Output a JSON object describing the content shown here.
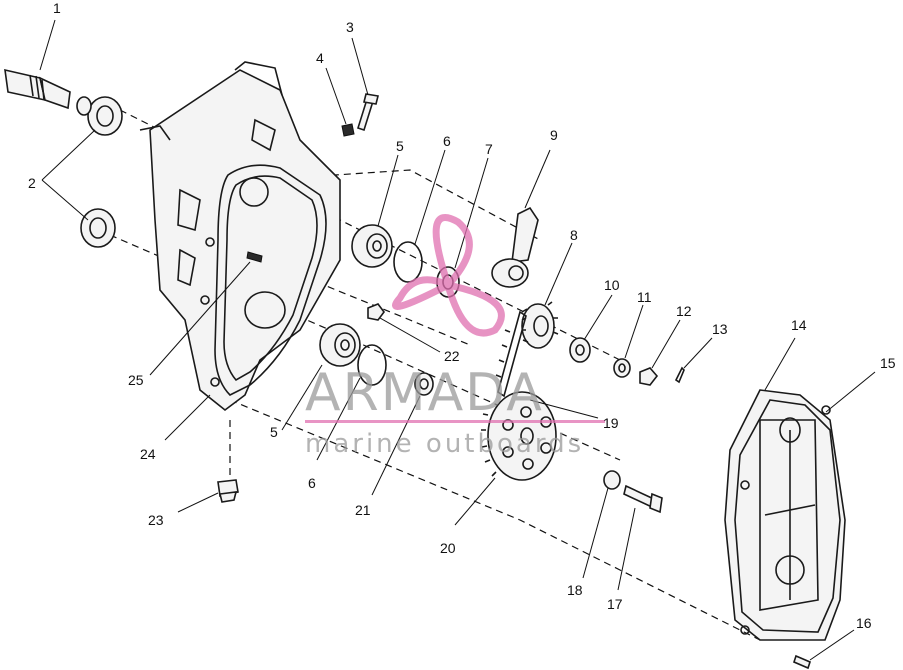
{
  "diagram": {
    "callouts": [
      "1",
      "2",
      "3",
      "4",
      "5",
      "6",
      "7",
      "8",
      "9",
      "10",
      "11",
      "12",
      "13",
      "14",
      "15",
      "16",
      "17",
      "18",
      "19",
      "20",
      "21",
      "22",
      "23",
      "24",
      "25",
      "5",
      "6"
    ]
  },
  "watermark": {
    "title": "ARMADA",
    "subtitle": "marine outboards",
    "logo_color": "#e070b0",
    "text_color": "#9a9a9a"
  }
}
